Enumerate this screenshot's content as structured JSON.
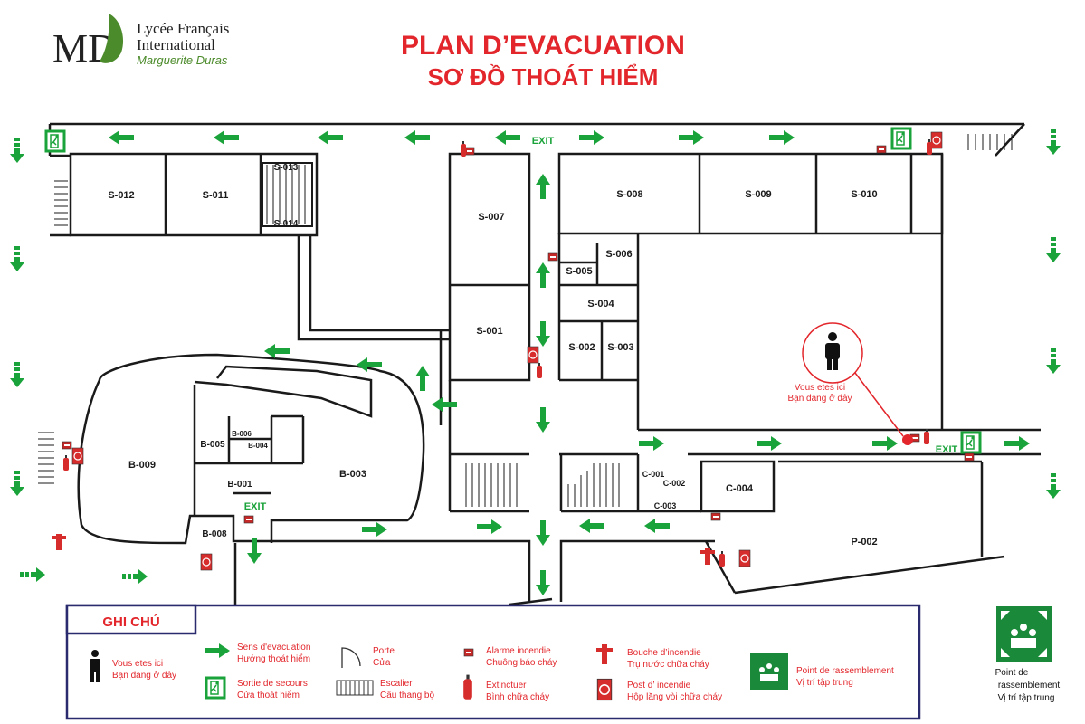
{
  "header": {
    "logo_mark": "MD",
    "school_line1": "Lycée Français",
    "school_line2": "International",
    "school_line3": "Marguerite Duras",
    "title_fr": "PLAN D’EVACUATION",
    "title_vn": "SƠ ĐỒ THOÁT HIỂM"
  },
  "colors": {
    "title_red": "#e2262b",
    "arrow_green": "#1aa33a",
    "wall_dark": "#1a1a1a",
    "legend_border": "#2a2a6e",
    "logo_green": "#4c8b2b"
  },
  "rooms": [
    "S-012",
    "S-011",
    "S-013",
    "S-014",
    "S-007",
    "S-001",
    "S-008",
    "S-009",
    "S-010",
    "S-006",
    "S-005",
    "S-004",
    "S-002",
    "S-003",
    "B-009",
    "B-005",
    "B-006",
    "B-004",
    "B-001",
    "B-003",
    "B-008",
    "C-001",
    "C-002",
    "C-003",
    "C-004",
    "P-002"
  ],
  "exits": [
    "EXIT",
    "EXIT",
    "EXIT"
  ],
  "you_are_here": {
    "fr": "Vous etes ici",
    "vn": "Bạn đang ở đây"
  },
  "legend": {
    "title": "GHI CHÚ",
    "items": [
      {
        "fr": "Vous etes ici",
        "vn": "Bạn đang ở đây",
        "icon": "person-icon"
      },
      {
        "fr": "Sens d'evacuation",
        "vn": "Hướng thoát hiểm",
        "icon": "evac-arrow-icon"
      },
      {
        "fr": "Sortie de secours",
        "vn": "Cửa thoát hiểm",
        "icon": "emergency-exit-icon"
      },
      {
        "fr": "Porte",
        "vn": "Cửa",
        "icon": "door-icon"
      },
      {
        "fr": "Escalier",
        "vn": "Cầu thang bộ",
        "icon": "stairs-icon"
      },
      {
        "fr": "Alarme incendie",
        "vn": "Chuông báo cháy",
        "icon": "fire-alarm-icon"
      },
      {
        "fr": "Extinctuer",
        "vn": "Bình chữa cháy",
        "icon": "extinguisher-icon"
      },
      {
        "fr": "Bouche d’incendie",
        "vn": "Trụ nước chữa cháy",
        "icon": "hydrant-icon"
      },
      {
        "fr": "Post d’ incendie",
        "vn": "Hộp lăng vòi chữa cháy",
        "icon": "fire-hose-icon"
      },
      {
        "fr": "Point de rassemblement",
        "vn": "Vị trí tập trung",
        "icon": "assembly-point-icon"
      }
    ]
  },
  "assembly": {
    "line1": "Point de",
    "line2": "rassemblement",
    "line3": "Vị trí tập trung"
  }
}
